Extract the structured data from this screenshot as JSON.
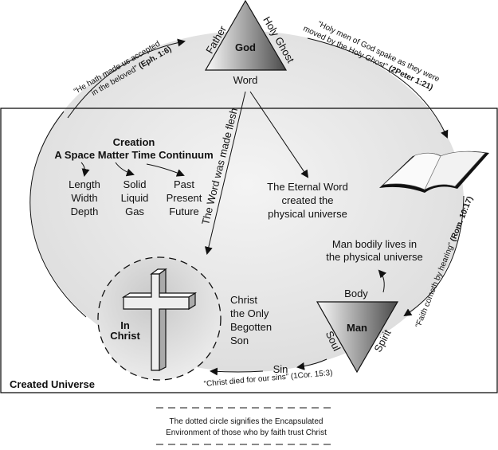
{
  "god_triangle": {
    "center": "God",
    "left": "Father",
    "right": "Holy Ghost",
    "bottom": "Word"
  },
  "man_triangle": {
    "center": "Man",
    "top": "Body",
    "left": "Soul",
    "right": "Spirit"
  },
  "quotes": {
    "eph_line1": "“He hath made us accepted",
    "eph_line2": "in the beloved”",
    "eph_ref": "(Eph. 1:6)",
    "peter_line1": "“Holy men of God spake as they were",
    "peter_line2": "moved by the Holy Ghost”",
    "peter_ref": "(2Peter 1:21)",
    "rom_text": "“Faith cometh by hearing”",
    "rom_ref": "(Rom. 10:17)",
    "cor_text": "“Christ died for our sins”",
    "cor_ref": "(1Cor. 15:3)"
  },
  "creation": {
    "title": "Creation",
    "subtitle": "A Space Matter Time Continuum",
    "space": [
      "Length",
      "Width",
      "Depth"
    ],
    "matter": [
      "Solid",
      "Liquid",
      "Gas"
    ],
    "time": [
      "Past",
      "Present",
      "Future"
    ]
  },
  "word_made_flesh": "The Word was made flesh",
  "eternal_word": [
    "The Eternal Word",
    "created the",
    "physical universe"
  ],
  "man_lives": [
    "Man bodily lives in",
    "the physical universe"
  ],
  "sin": "Sin",
  "in_christ": [
    "In",
    "Christ"
  ],
  "christ_son": [
    "Christ",
    "the Only",
    "Begotten",
    "Son"
  ],
  "created_universe": "Created Universe",
  "legend": [
    "The dotted circle signifies the Encapsulated",
    "Environment of those who by faith trust Christ"
  ],
  "icons": {
    "book": "open-bible-icon",
    "cross": "cross-icon"
  },
  "colors": {
    "ellipse_fill": "#e4e4e4",
    "triangle_dark": "#555555",
    "stroke": "#111111"
  }
}
